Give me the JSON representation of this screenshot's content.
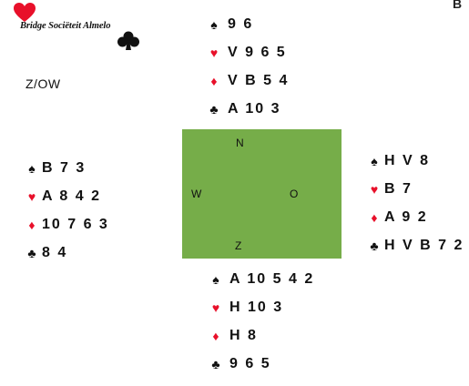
{
  "logo": {
    "text": "Bridge Sociëteit Almelo"
  },
  "corner_mark": "B",
  "dealer_vulnerability": "Z/OW",
  "colors": {
    "red_suit": "#e8102a",
    "black_suit": "#111111",
    "table": "#76ad49"
  },
  "icons": {
    "spades": "spade-icon",
    "hearts": "heart-icon",
    "diamonds": "diamond-icon",
    "clubs": "club-icon"
  },
  "hands": {
    "north": {
      "spades": "9 6",
      "hearts": "V 9 6 5",
      "diamonds": "V B 5 4",
      "clubs": "A 10 3"
    },
    "west": {
      "spades": "B 7 3",
      "hearts": "A 8 4 2",
      "diamonds": "10 7 6 3",
      "clubs": "8 4"
    },
    "east": {
      "spades": "H V 8",
      "hearts": "B 7",
      "diamonds": "A 9 2",
      "clubs": "H V B 7 2"
    },
    "south": {
      "spades": "A 10 5 4 2",
      "hearts": "H 10 3",
      "diamonds": "H 8",
      "clubs": "9 6 5"
    }
  },
  "compass": {
    "north": "N",
    "west": "W",
    "east": "O",
    "south": "Z"
  }
}
